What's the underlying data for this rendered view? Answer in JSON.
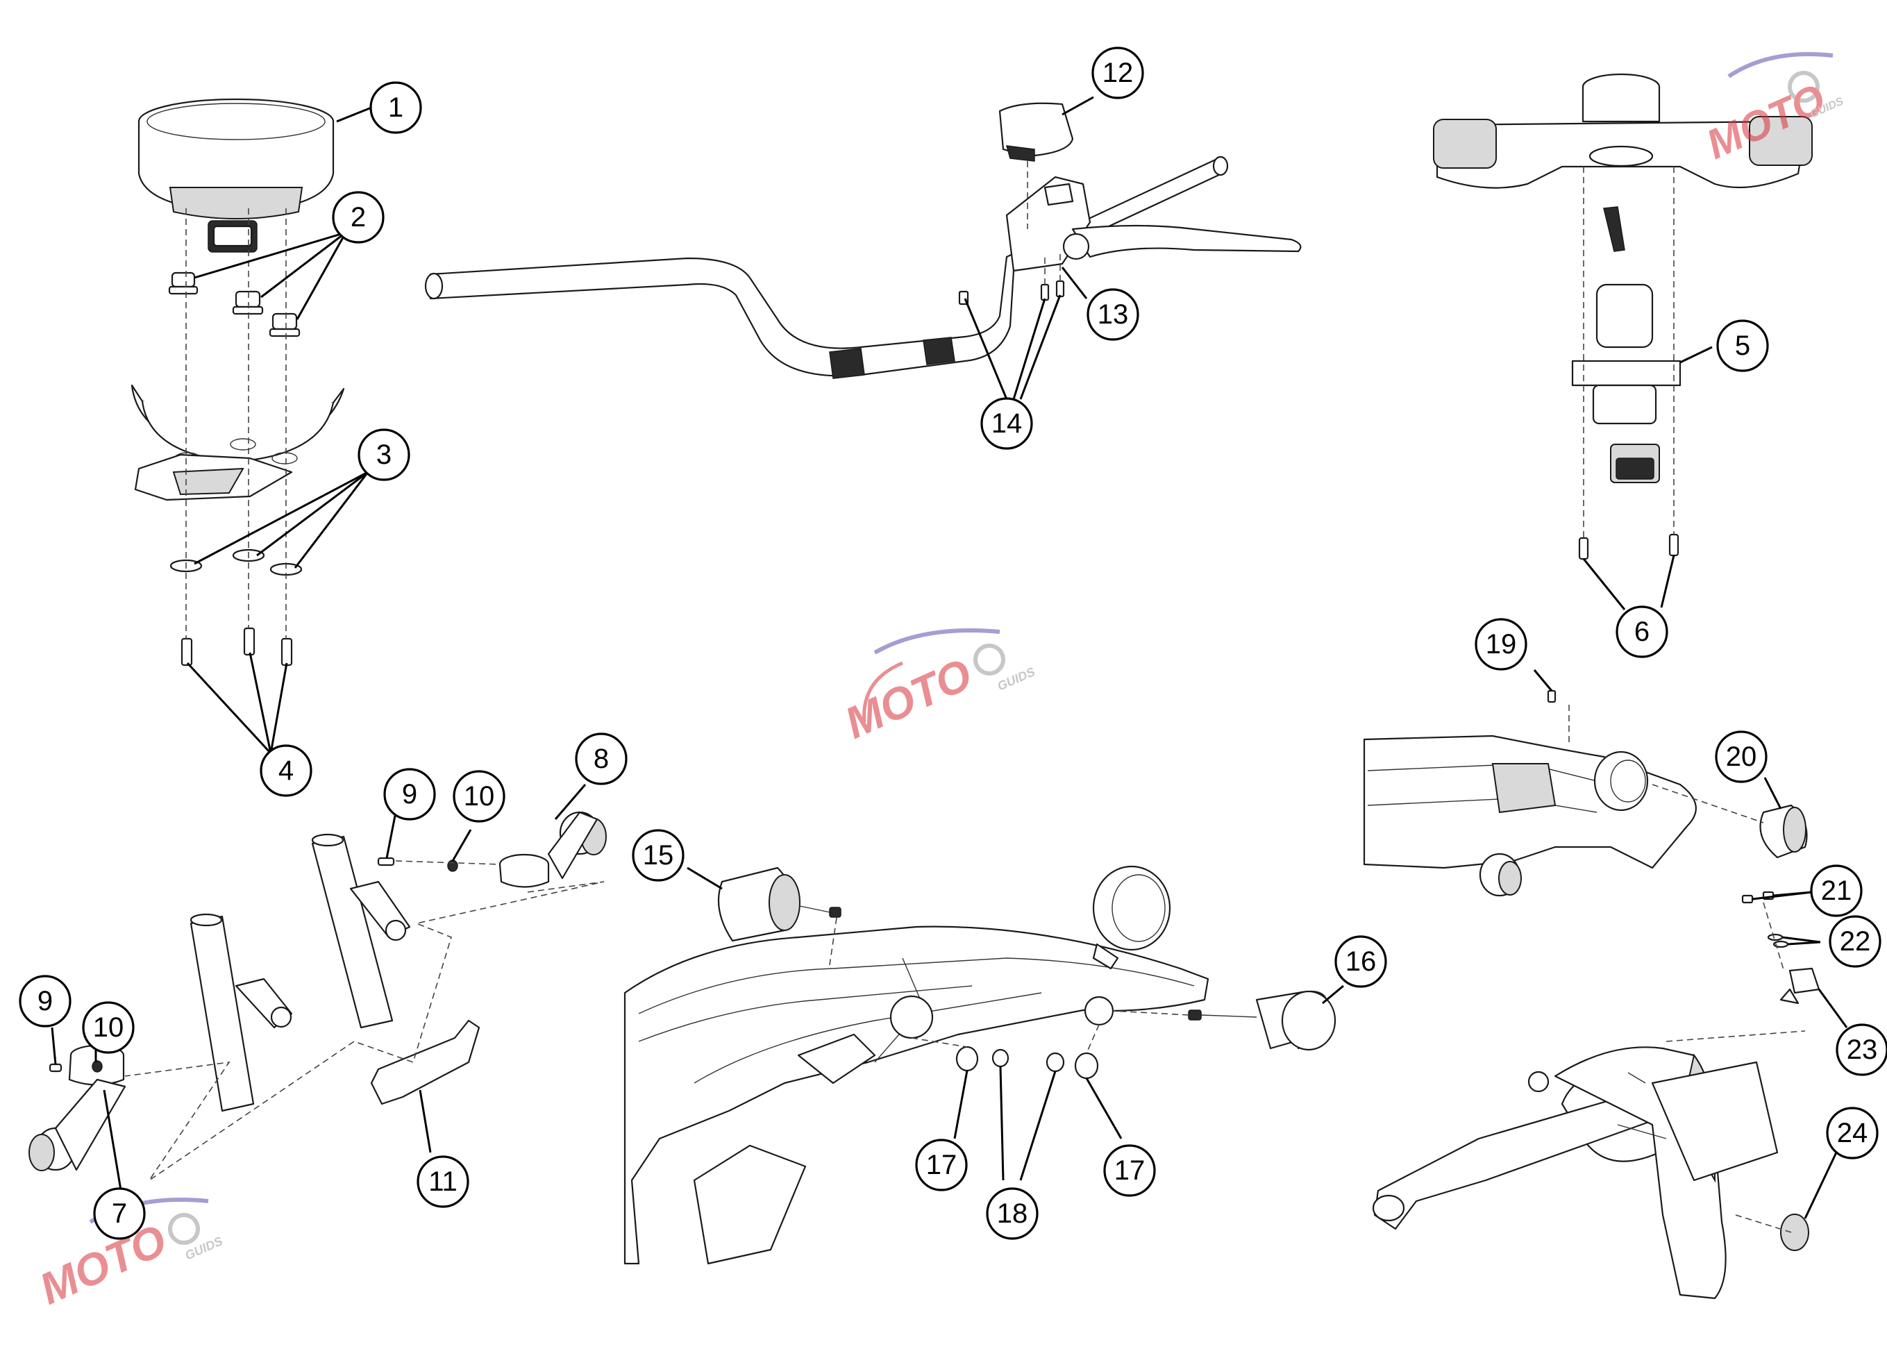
{
  "callouts": [
    "1",
    "2",
    "3",
    "4",
    "5",
    "6",
    "7",
    "8",
    "9",
    "10",
    "11",
    "12",
    "13",
    "14",
    "15",
    "16",
    "17",
    "18",
    "19",
    "20",
    "21",
    "22",
    "23",
    "24"
  ],
  "watermark": {
    "logo_text": "MOTO",
    "sub_text": "GUIDS",
    "accent": "#d8323a",
    "swoosh": "#5b4fb0",
    "gear": "#9a9a9a"
  },
  "colors": {
    "line": "#1a1a1a",
    "background": "#ffffff"
  }
}
